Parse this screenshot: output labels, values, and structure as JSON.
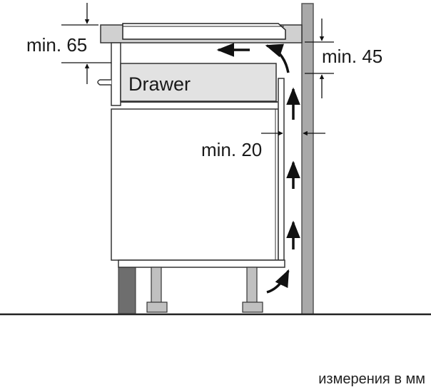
{
  "labels": {
    "top_clearance": "min. 65",
    "side_clearance": "min. 45",
    "gap_clearance": "min. 20",
    "drawer": "Drawer"
  },
  "caption": "измерения в мм",
  "colors": {
    "wall": "#a9a9a9",
    "panel": "#d0d0d0",
    "drawer": "#e2e2e2",
    "outline": "#333333",
    "arrow": "#111111"
  }
}
